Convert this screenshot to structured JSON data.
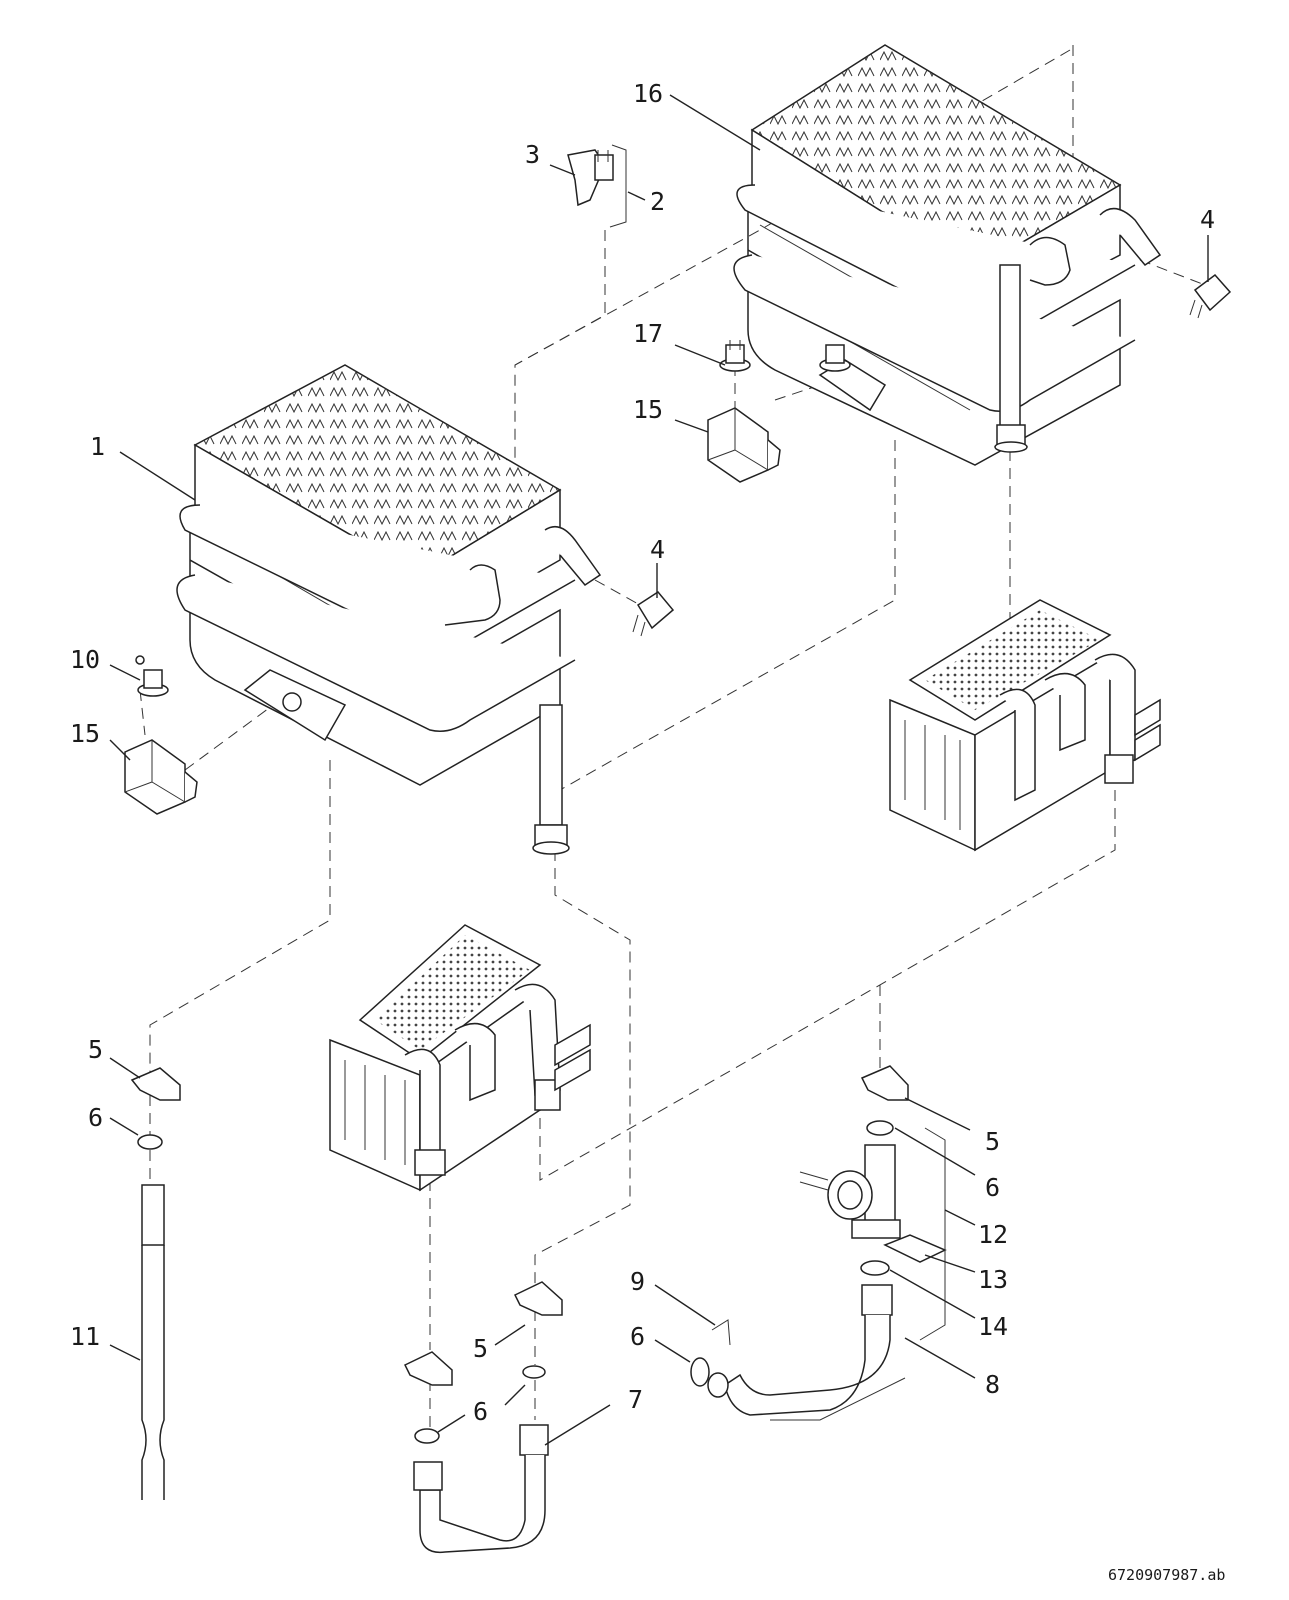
{
  "diagram": {
    "reference_code": "6720907987.ab",
    "callouts": [
      {
        "id": "c1",
        "text": "1"
      },
      {
        "id": "c2",
        "text": "2"
      },
      {
        "id": "c3",
        "text": "3"
      },
      {
        "id": "c4a",
        "text": "4"
      },
      {
        "id": "c4b",
        "text": "4"
      },
      {
        "id": "c5a",
        "text": "5"
      },
      {
        "id": "c5b",
        "text": "5"
      },
      {
        "id": "c5c",
        "text": "5"
      },
      {
        "id": "c6a",
        "text": "6"
      },
      {
        "id": "c6b",
        "text": "6"
      },
      {
        "id": "c6c",
        "text": "6"
      },
      {
        "id": "c6d",
        "text": "6"
      },
      {
        "id": "c7",
        "text": "7"
      },
      {
        "id": "c8",
        "text": "8"
      },
      {
        "id": "c9",
        "text": "9"
      },
      {
        "id": "c10",
        "text": "10"
      },
      {
        "id": "c11",
        "text": "11"
      },
      {
        "id": "c12",
        "text": "12"
      },
      {
        "id": "c13",
        "text": "13"
      },
      {
        "id": "c14",
        "text": "14"
      },
      {
        "id": "c15a",
        "text": "15"
      },
      {
        "id": "c15b",
        "text": "15"
      },
      {
        "id": "c16",
        "text": "16"
      },
      {
        "id": "c17",
        "text": "17"
      }
    ]
  }
}
